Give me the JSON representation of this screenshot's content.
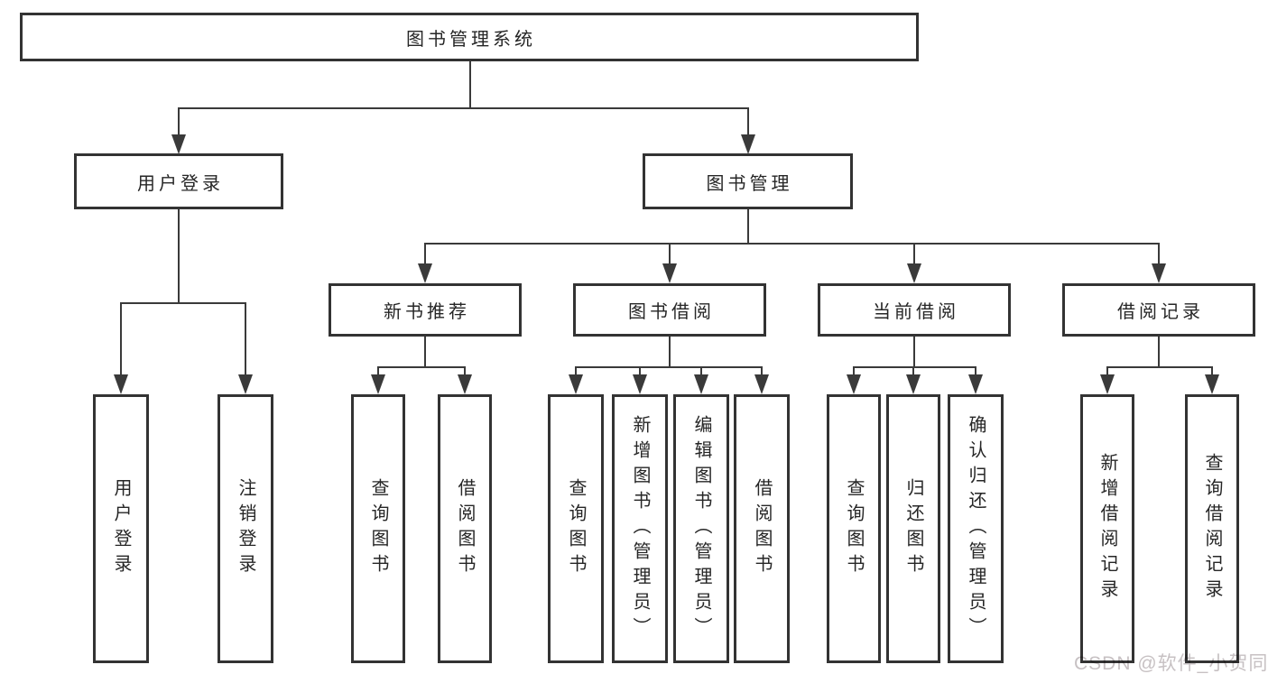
{
  "colors": {
    "bg": "#ffffff",
    "line": "#3a3a3a",
    "border": "#333333",
    "text": "#262626",
    "watermark": "#c7c1c3"
  },
  "nodes": {
    "root": "图书管理系统",
    "user_login": "用户登录",
    "book_mgmt": "图书管理",
    "new_book_rec": "新书推荐",
    "book_borrow": "图书借阅",
    "current_borrow": "当前借阅",
    "borrow_records": "借阅记录",
    "leaf_user_login": "用户登录",
    "leaf_logout": "注销登录",
    "leaf_query_book_1": "查询图书",
    "leaf_borrow_book_1": "借阅图书",
    "leaf_query_book_2": "查询图书",
    "leaf_add_book": "新增图书（管理员）",
    "leaf_edit_book": "编辑图书（管理员）",
    "leaf_borrow_book_2": "借阅图书",
    "leaf_query_book_3": "查询图书",
    "leaf_return_book": "归还图书",
    "leaf_confirm_return": "确认归还（管理员）",
    "leaf_add_record": "新增借阅记录",
    "leaf_query_record": "查询借阅记录"
  },
  "watermark": {
    "text": "CSDN @软件_小贺同学"
  }
}
